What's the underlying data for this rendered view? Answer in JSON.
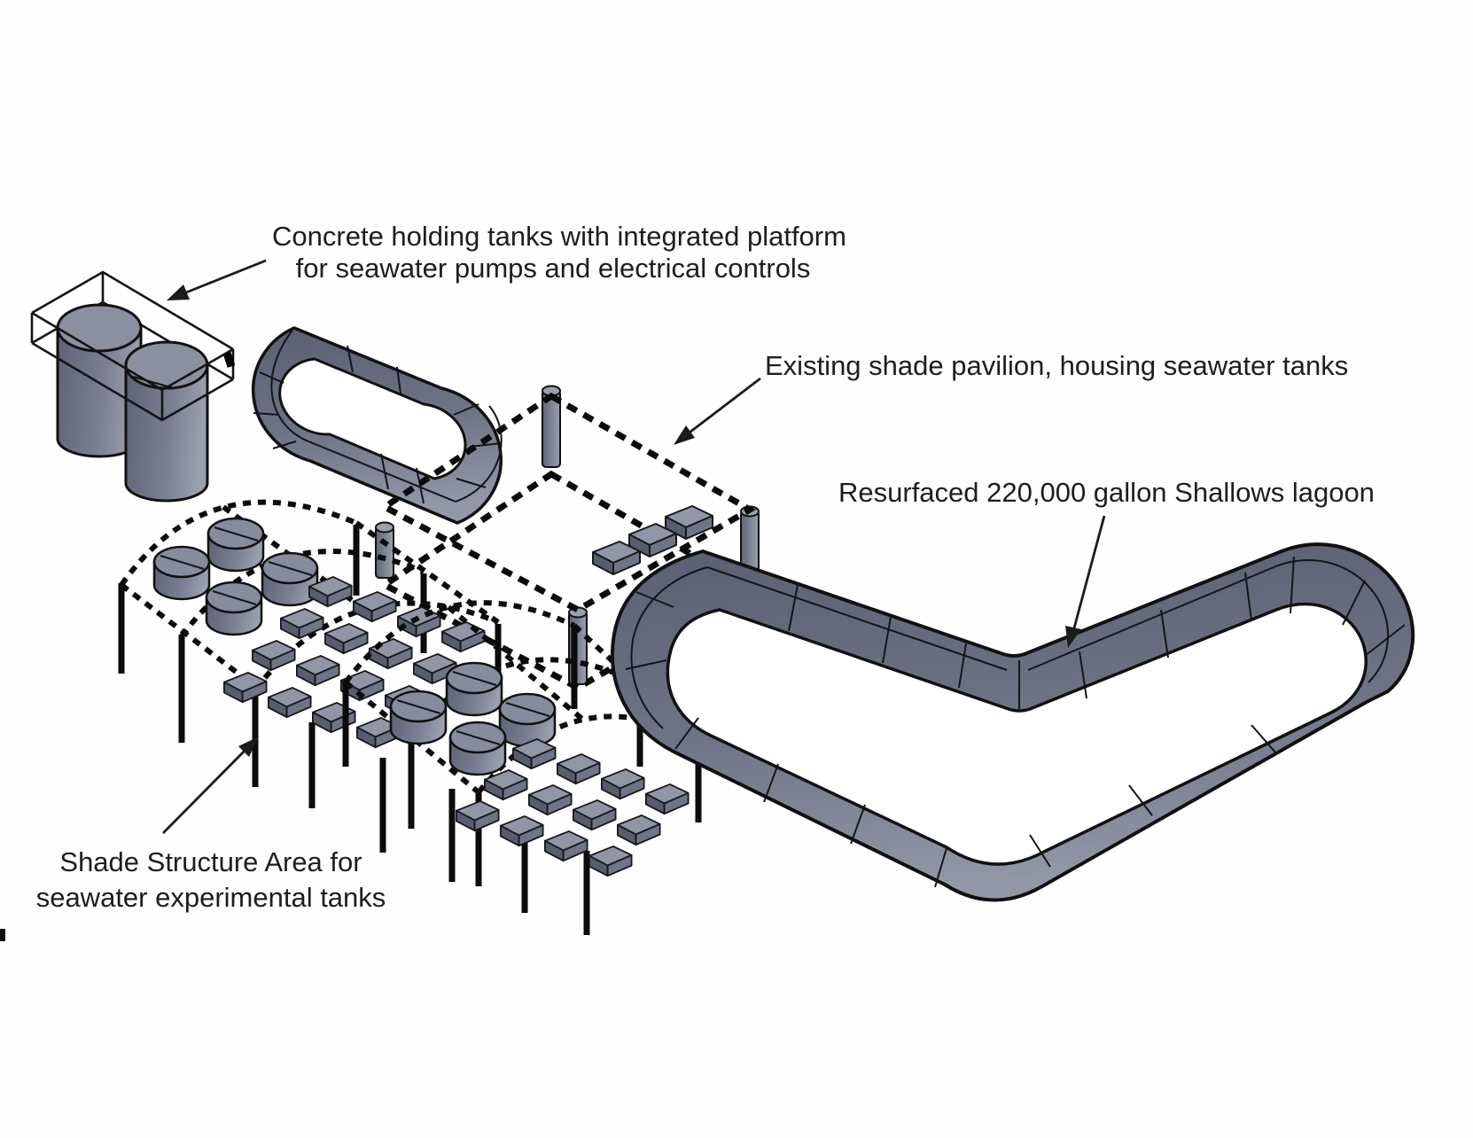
{
  "page": {
    "background_color": "#fefefe",
    "text_color": "#1d1d1d"
  },
  "diagram": {
    "type": "isometric-facility-site-plan",
    "colors": {
      "wall_dark": "#575c6e",
      "wall_mid": "#6c7284",
      "wall_light": "#969caa",
      "outline": "#121212",
      "dashed_structure": "#0b0b0b"
    },
    "annotations": {
      "concrete_tanks": {
        "line1": "Concrete holding tanks with integrated platform",
        "line2": "for seawater pumps and electrical controls"
      },
      "pavilion": {
        "line1": "Existing shade pavilion, housing seawater tanks"
      },
      "lagoon": {
        "line1": "Resurfaced 220,000 gallon Shallows lagoon"
      },
      "shade_area": {
        "line1": "Shade Structure Area for",
        "line2": "seawater experimental tanks"
      }
    },
    "objects": {
      "concrete_holding_tanks": "two cylindrical tanks in transparent platform frame",
      "oval_seawater_tank": "rounded rectangular tank wall",
      "shade_pavilion": "dashed roof outline with corner posts and three tanks",
      "shade_structures": "two arched canopy frames with round and rectangular experimental tanks",
      "shallows_lagoon": "chevron shaped 220,000 gallon lagoon wall"
    }
  }
}
